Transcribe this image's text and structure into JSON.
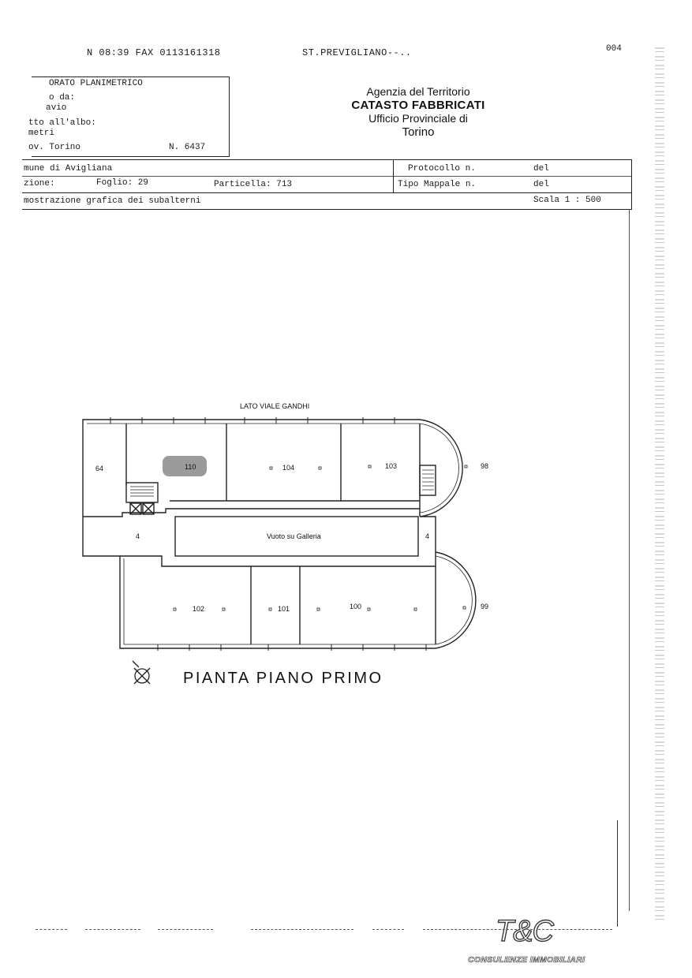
{
  "fax": {
    "header": "N 08:39 FAX 0113161318",
    "station": "ST.PREVIGLIANO--..",
    "page": "004"
  },
  "elaborato": {
    "title": "ORATO PLANIMETRICO",
    "line1": "o da:",
    "line2": "avio",
    "line3": "tto all'albo:",
    "line4": "metri",
    "line5": "ov. Torino",
    "number": "N.  6437"
  },
  "agency": {
    "name": "Agenzia del Territorio",
    "dept": "CATASTO FABBRICATI",
    "office": "Ufficio Provinciale di",
    "city": "Torino"
  },
  "info": {
    "comune": "mune di Avigliana",
    "sezione": "zione:",
    "foglio": "Foglio: 29",
    "particella": "Particella: 713",
    "protocollo": "Protocollo n.",
    "protocollo_del": "del",
    "tipo_mappale": "Tipo Mappale n.",
    "tipo_del": "del",
    "dimostrazione": "mostrazione grafica dei subalterni",
    "scala": "Scala 1 : 500"
  },
  "plan": {
    "street_label": "LATO VIALE GANDHI",
    "gallery_label": "Vuoto su Galleria",
    "title": "PIANTA PIANO PRIMO",
    "rooms": {
      "r64": "64",
      "r110": "110",
      "r104": "104",
      "r103": "103",
      "r98": "98",
      "r4a": "4",
      "r4b": "4",
      "r102": "102",
      "r101": "101",
      "r100": "100",
      "r99": "99"
    }
  },
  "logo": {
    "mark": "T&C",
    "subtitle": "CONSULENZE IMMOBILIARI"
  }
}
